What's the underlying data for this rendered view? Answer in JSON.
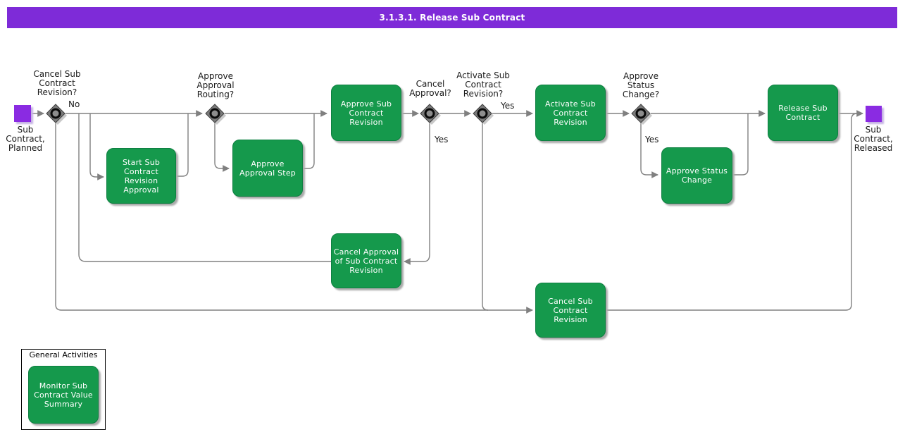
{
  "title": "3.1.3.1. Release Sub Contract",
  "colors": {
    "title_bar_purple": "#7E2BD8",
    "event_node_purple": "#8A2BE2",
    "activity_green": "#15994C",
    "activity_border_green": "#0E7F41",
    "connector_gray": "#808080",
    "decision_gray": "#7B7B7B",
    "label_text": "#1A1A1A"
  },
  "start_node": {
    "state_label": "Sub\nContract,\nPlanned"
  },
  "end_node": {
    "state_label": "Sub\nContract,\nReleased"
  },
  "decisions": [
    {
      "question": "Cancel Sub\nContract\nRevision?",
      "no_label": "No"
    },
    {
      "question": "Approve\nApproval\nRouting?"
    },
    {
      "question": "Cancel\nApproval?",
      "yes_label": "Yes"
    },
    {
      "question": "Activate Sub\nContract\nRevision?",
      "yes_label": "Yes"
    },
    {
      "question": "Approve\nStatus\nChange?",
      "yes_label": "Yes"
    }
  ],
  "activities": [
    {
      "label": "Start Sub\nContract\nRevision\nApproval"
    },
    {
      "label": "Approve\nApproval Step"
    },
    {
      "label": "Approve Sub\nContract\nRevision"
    },
    {
      "label": "Activate Sub\nContract\nRevision"
    },
    {
      "label": "Approve Status\nChange"
    },
    {
      "label": "Release Sub\nContract"
    },
    {
      "label": "Cancel Approval\nof Sub Contract\nRevision"
    },
    {
      "label": "Cancel Sub\nContract\nRevision"
    }
  ],
  "general_activities": {
    "title": "General Activities",
    "activities": [
      {
        "label": "Monitor Sub\nContract Value\nSummary"
      }
    ]
  }
}
